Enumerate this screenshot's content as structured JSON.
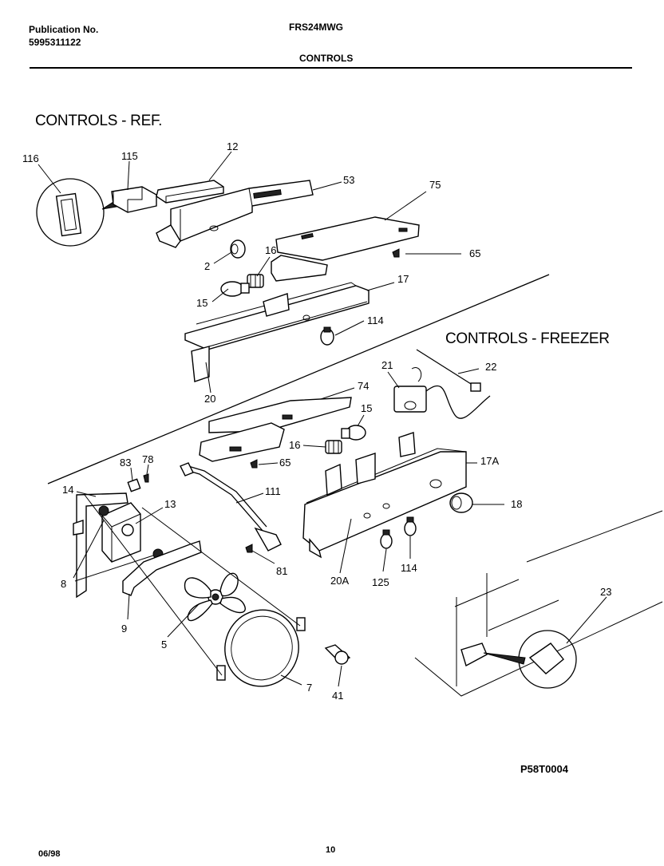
{
  "header": {
    "publication_label": "Publication No.",
    "publication_number": "5995311122",
    "model": "FRS24MWG",
    "section": "CONTROLS"
  },
  "sections": {
    "ref": "CONTROLS - REF.",
    "freezer": "CONTROLS - FREEZER"
  },
  "callouts": {
    "c116": "116",
    "c115": "115",
    "c12": "12",
    "c53": "53",
    "c75": "75",
    "c2": "2",
    "c16a": "16",
    "c65a": "65",
    "c15a": "15",
    "c17": "17",
    "c114a": "114",
    "c20": "20",
    "c21": "21",
    "c22": "22",
    "c74": "74",
    "c15b": "15",
    "c16b": "16",
    "c65b": "65",
    "c17A": "17A",
    "c83": "83",
    "c78": "78",
    "c14": "14",
    "c13": "13",
    "c111": "111",
    "c18": "18",
    "c8": "8",
    "c81": "81",
    "c20A": "20A",
    "c125": "125",
    "c114b": "114",
    "c9": "9",
    "c5": "5",
    "c23": "23",
    "c7": "7",
    "c41": "41"
  },
  "drawing_code": "P58T0004",
  "footer": {
    "date": "06/98",
    "page": "10"
  }
}
